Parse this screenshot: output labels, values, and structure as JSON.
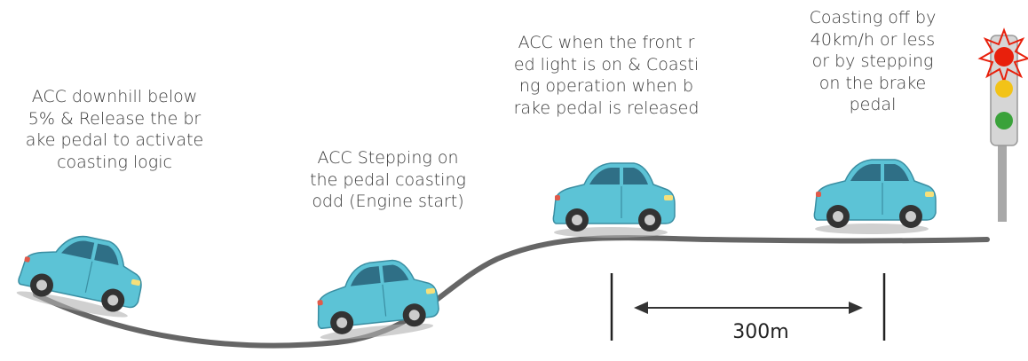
{
  "annotations": [
    {
      "id": "lbl1",
      "text": "ACC downhill below\n5% & Release the br\nake pedal to activate\ncoasting logic"
    },
    {
      "id": "lbl2",
      "text": "ACC Stepping on\nthe pedal coasting\nodd (Engine start)"
    },
    {
      "id": "lbl3",
      "text": "ACC when the front r\ned light is on & Coasti\nng operation when b\nrake pedal is released"
    },
    {
      "id": "lbl4",
      "text": "Coasting off by\n40km/h or less\nor by stepping\non the brake\npedal"
    }
  ],
  "distance": {
    "label": "300m"
  },
  "colors": {
    "road": "#666666",
    "car_body": "#5cc3d6",
    "car_window": "#2f6f86",
    "light_red": "#e8200c",
    "light_yellow": "#f2c318",
    "light_green": "#3aa23a",
    "pole": "#a8a8a8"
  }
}
